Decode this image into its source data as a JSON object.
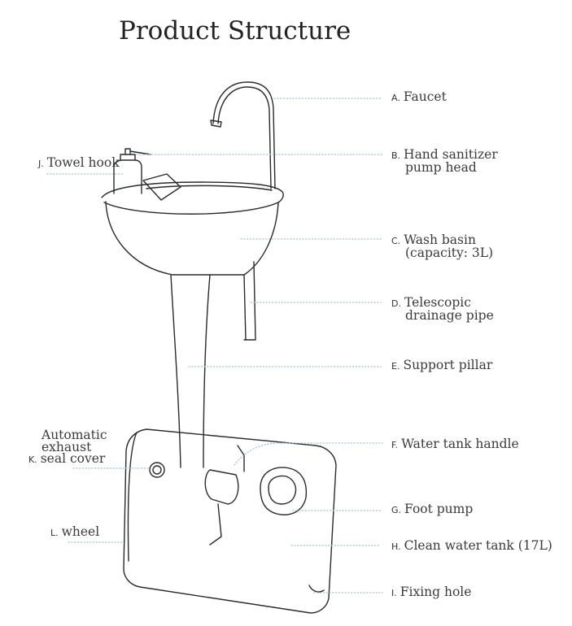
{
  "title": "Product Structure",
  "colors": {
    "leader": "#a9c4d3",
    "line": "#2a2a2a"
  },
  "labels": {
    "A": {
      "key": "A.",
      "text": "Faucet"
    },
    "B": {
      "key": "B.",
      "text": "Hand sanitizer",
      "text2": "pump head"
    },
    "C": {
      "key": "C.",
      "text": "Wash basin",
      "text2": "(capacity: 3L)"
    },
    "D": {
      "key": "D.",
      "text": "Telescopic",
      "text2": "drainage pipe"
    },
    "E": {
      "key": "E.",
      "text": "Support pillar"
    },
    "F": {
      "key": "F.",
      "text": "Water tank handle"
    },
    "G": {
      "key": "G.",
      "text": "Foot pump"
    },
    "H": {
      "key": "H.",
      "text": "Clean water tank (17L)"
    },
    "I": {
      "key": "I.",
      "text": "Fixing hole"
    },
    "J": {
      "key": "J.",
      "text": "Towel hook"
    },
    "K": {
      "key": "K.",
      "line1": "Automatic",
      "line2": "exhaust",
      "text": "seal cover"
    },
    "L": {
      "key": "L.",
      "text": "wheel"
    }
  }
}
